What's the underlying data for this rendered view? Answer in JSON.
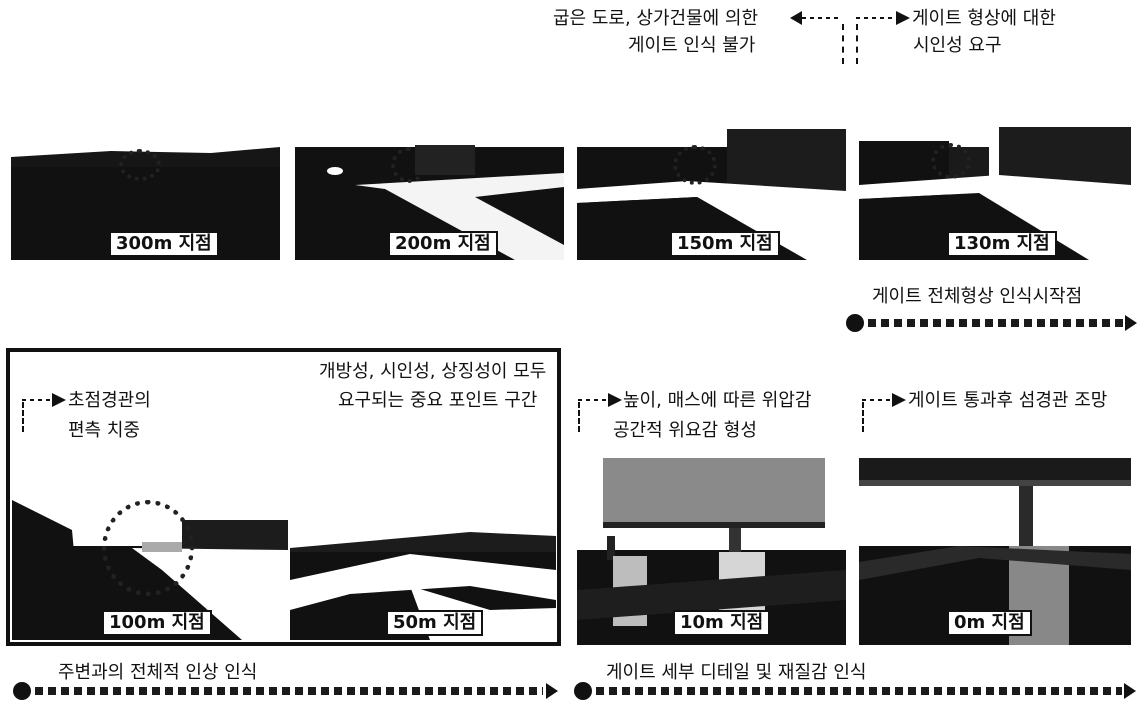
{
  "top": {
    "left_note": {
      "line1": "굽은 도로, 상가건물에 의한",
      "line2": "게이트 인식 불가"
    },
    "right_note": {
      "line1": "게이트 형상에 대한",
      "line2": "시인성 요구"
    }
  },
  "row1": {
    "panels": [
      {
        "label": "300m 지점"
      },
      {
        "label": "200m 지점"
      },
      {
        "label": "150m 지점"
      },
      {
        "label": "130m 지점"
      }
    ],
    "stage_text": "게이트 전체형상 인식시작점"
  },
  "row2": {
    "box_note": {
      "line1": "개방성, 시인성, 상징성이 모두",
      "line2": "요구되는 중요 포인트 구간"
    },
    "focus_note": {
      "line1": "초점경관의",
      "line2": "편측 치중"
    },
    "height_note": {
      "line1": "높이, 매스에 따른 위압감",
      "line2": "공간적 위요감 형성"
    },
    "pass_note": "게이트 통과후 섬경관 조망",
    "panels": [
      {
        "label": "100m 지점"
      },
      {
        "label": "50m 지점"
      },
      {
        "label": "10m 지점"
      },
      {
        "label": "0m 지점"
      }
    ]
  },
  "bottom": {
    "left_stage": "주변과의 전체적 인상 인식",
    "right_stage": "게이트 세부 디테일 및 재질감 인식"
  }
}
